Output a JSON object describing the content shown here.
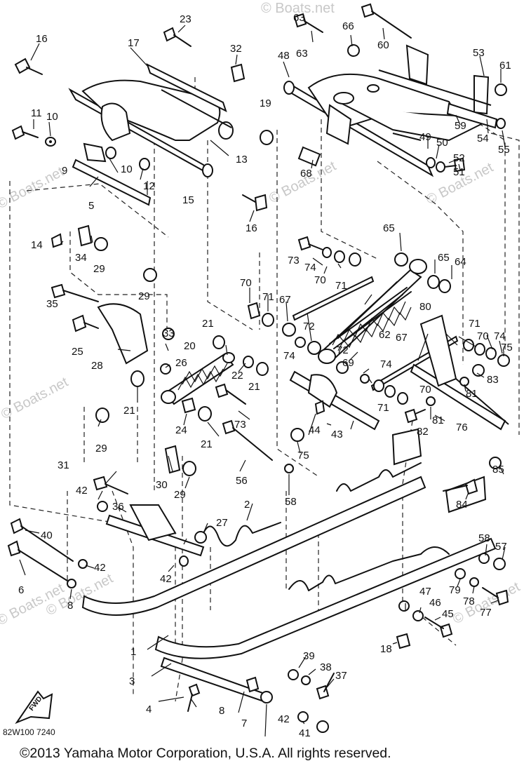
{
  "diagram": {
    "drawing_code": "82W100 7240",
    "copyright": "©2013 Yamaha Motor Corporation, U.S.A. All rights reserved.",
    "watermark": "© Boats.net",
    "watermark_small": "© Boats.net",
    "front_arrow_label": "FWD",
    "callouts": [
      {
        "id": "c1",
        "text": "1"
      },
      {
        "id": "c2",
        "text": "2"
      },
      {
        "id": "c3",
        "text": "3"
      },
      {
        "id": "c4",
        "text": "4"
      },
      {
        "id": "c5",
        "text": "5"
      },
      {
        "id": "c6",
        "text": "6"
      },
      {
        "id": "c7",
        "text": "7"
      },
      {
        "id": "c8a",
        "text": "8"
      },
      {
        "id": "c8b",
        "text": "8"
      },
      {
        "id": "c9",
        "text": "9"
      },
      {
        "id": "c10a",
        "text": "10"
      },
      {
        "id": "c10b",
        "text": "10"
      },
      {
        "id": "c11",
        "text": "11"
      },
      {
        "id": "c12",
        "text": "12"
      },
      {
        "id": "c13",
        "text": "13"
      },
      {
        "id": "c14",
        "text": "14"
      },
      {
        "id": "c15",
        "text": "15"
      },
      {
        "id": "c16a",
        "text": "16"
      },
      {
        "id": "c16b",
        "text": "16"
      },
      {
        "id": "c17",
        "text": "17"
      },
      {
        "id": "c18",
        "text": "18"
      },
      {
        "id": "c19",
        "text": "19"
      },
      {
        "id": "c20",
        "text": "20"
      },
      {
        "id": "c21a",
        "text": "21"
      },
      {
        "id": "c21b",
        "text": "21"
      },
      {
        "id": "c21c",
        "text": "21"
      },
      {
        "id": "c21d",
        "text": "21"
      },
      {
        "id": "c22",
        "text": "22"
      },
      {
        "id": "c23",
        "text": "23"
      },
      {
        "id": "c24",
        "text": "24"
      },
      {
        "id": "c25",
        "text": "25"
      },
      {
        "id": "c26",
        "text": "26"
      },
      {
        "id": "c27",
        "text": "27"
      },
      {
        "id": "c28",
        "text": "28"
      },
      {
        "id": "c29a",
        "text": "29"
      },
      {
        "id": "c29b",
        "text": "29"
      },
      {
        "id": "c29c",
        "text": "29"
      },
      {
        "id": "c29d",
        "text": "29"
      },
      {
        "id": "c30",
        "text": "30"
      },
      {
        "id": "c31",
        "text": "31"
      },
      {
        "id": "c32",
        "text": "32"
      },
      {
        "id": "c33",
        "text": "33"
      },
      {
        "id": "c34",
        "text": "34"
      },
      {
        "id": "c35",
        "text": "35"
      },
      {
        "id": "c36",
        "text": "36"
      },
      {
        "id": "c37",
        "text": "37"
      },
      {
        "id": "c38",
        "text": "38"
      },
      {
        "id": "c39",
        "text": "39"
      },
      {
        "id": "c40",
        "text": "40"
      },
      {
        "id": "c41",
        "text": "41"
      },
      {
        "id": "c42a",
        "text": "42"
      },
      {
        "id": "c42b",
        "text": "42"
      },
      {
        "id": "c42c",
        "text": "42"
      },
      {
        "id": "c42d",
        "text": "42"
      },
      {
        "id": "c43",
        "text": "43"
      },
      {
        "id": "c44",
        "text": "44"
      },
      {
        "id": "c45",
        "text": "45"
      },
      {
        "id": "c46",
        "text": "46"
      },
      {
        "id": "c47",
        "text": "47"
      },
      {
        "id": "c48",
        "text": "48"
      },
      {
        "id": "c49",
        "text": "49"
      },
      {
        "id": "c50",
        "text": "50"
      },
      {
        "id": "c51",
        "text": "51"
      },
      {
        "id": "c52",
        "text": "52"
      },
      {
        "id": "c53",
        "text": "53"
      },
      {
        "id": "c54",
        "text": "54"
      },
      {
        "id": "c55",
        "text": "55"
      },
      {
        "id": "c56",
        "text": "56"
      },
      {
        "id": "c57",
        "text": "57"
      },
      {
        "id": "c58a",
        "text": "58"
      },
      {
        "id": "c58b",
        "text": "58"
      },
      {
        "id": "c59",
        "text": "59"
      },
      {
        "id": "c60",
        "text": "60"
      },
      {
        "id": "c61",
        "text": "61"
      },
      {
        "id": "c62",
        "text": "62"
      },
      {
        "id": "c63",
        "text": "63"
      },
      {
        "id": "c64",
        "text": "64"
      },
      {
        "id": "c65a",
        "text": "65"
      },
      {
        "id": "c65b",
        "text": "65"
      },
      {
        "id": "c66",
        "text": "66"
      },
      {
        "id": "c67a",
        "text": "67"
      },
      {
        "id": "c67b",
        "text": "67"
      },
      {
        "id": "c68",
        "text": "68"
      },
      {
        "id": "c69",
        "text": "69"
      },
      {
        "id": "c70a",
        "text": "70"
      },
      {
        "id": "c70b",
        "text": "70"
      },
      {
        "id": "c70c",
        "text": "70"
      },
      {
        "id": "c70d",
        "text": "70"
      },
      {
        "id": "c71a",
        "text": "71"
      },
      {
        "id": "c71b",
        "text": "71"
      },
      {
        "id": "c71c",
        "text": "71"
      },
      {
        "id": "c71d",
        "text": "71"
      },
      {
        "id": "c72a",
        "text": "72"
      },
      {
        "id": "c72b",
        "text": "72"
      },
      {
        "id": "c73a",
        "text": "73"
      },
      {
        "id": "c73b",
        "text": "73"
      },
      {
        "id": "c74a",
        "text": "74"
      },
      {
        "id": "c74b",
        "text": "74"
      },
      {
        "id": "c74c",
        "text": "74"
      },
      {
        "id": "c74d",
        "text": "74"
      },
      {
        "id": "c75a",
        "text": "75"
      },
      {
        "id": "c75b",
        "text": "75"
      },
      {
        "id": "c76",
        "text": "76"
      },
      {
        "id": "c77",
        "text": "77"
      },
      {
        "id": "c78",
        "text": "78"
      },
      {
        "id": "c79",
        "text": "79"
      },
      {
        "id": "c80",
        "text": "80"
      },
      {
        "id": "c81a",
        "text": "81"
      },
      {
        "id": "c81b",
        "text": "81"
      },
      {
        "id": "c82",
        "text": "82"
      },
      {
        "id": "c83",
        "text": "83"
      },
      {
        "id": "c84",
        "text": "84"
      },
      {
        "id": "c85",
        "text": "85"
      }
    ]
  }
}
